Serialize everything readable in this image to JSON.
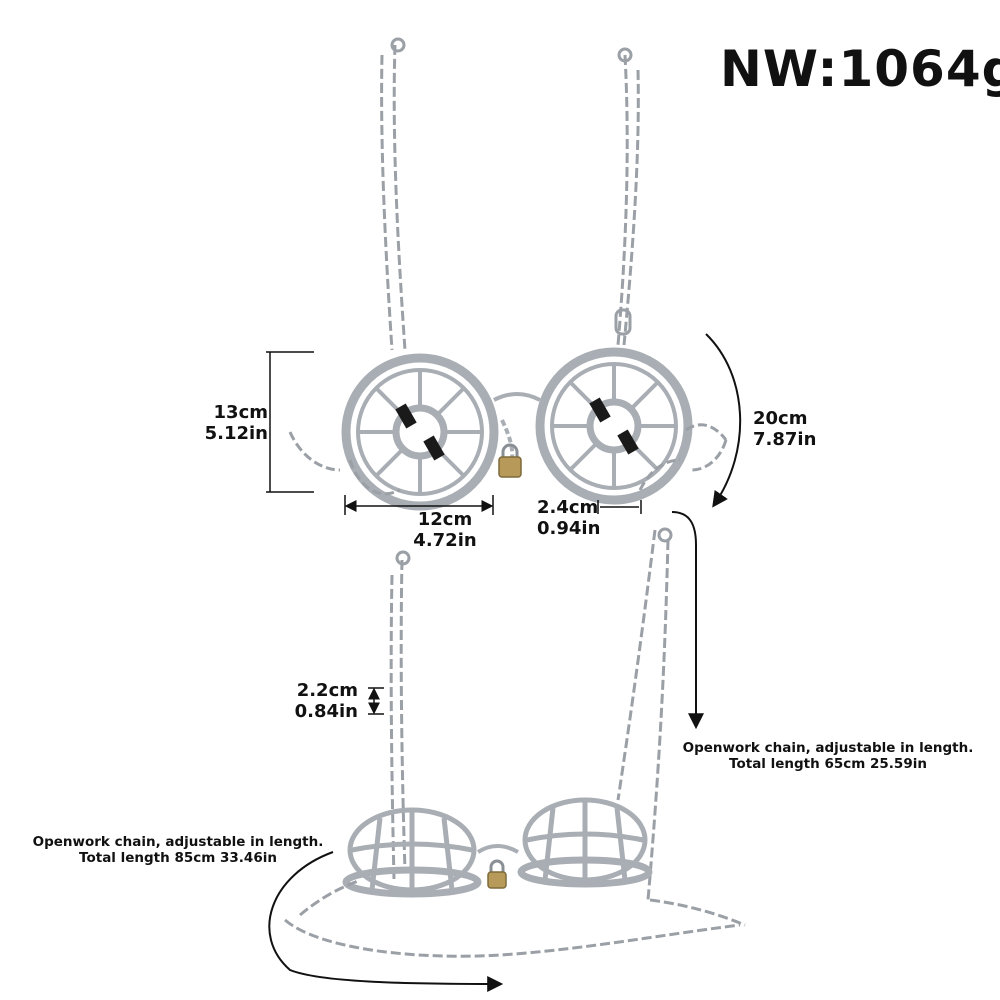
{
  "product": {
    "net_weight": "NW:1064g"
  },
  "dimensions": {
    "cup_height": {
      "cm": "13cm",
      "in": "5.12in"
    },
    "cup_width": {
      "cm": "12cm",
      "in": "4.72in"
    },
    "center_link": {
      "cm": "2.4cm",
      "in": "0.94in"
    },
    "cup_circumference": {
      "cm": "20cm",
      "in": "7.87in"
    },
    "link_size": {
      "cm": "2.2cm",
      "in": "0.84in"
    }
  },
  "notes": {
    "strap_chain": {
      "line1": "Openwork chain, adjustable in length.",
      "line2": "Total length 65cm 25.59in"
    },
    "band_chain": {
      "line1": "Openwork chain, adjustable in length.",
      "line2": "Total length 85cm 33.46in"
    }
  },
  "colors": {
    "metal": "#b9bdc2",
    "metal_dark": "#7d8288",
    "lock_brass": "#b79a5a",
    "grip_black": "#1a1a1a",
    "annotation": "#111111"
  }
}
